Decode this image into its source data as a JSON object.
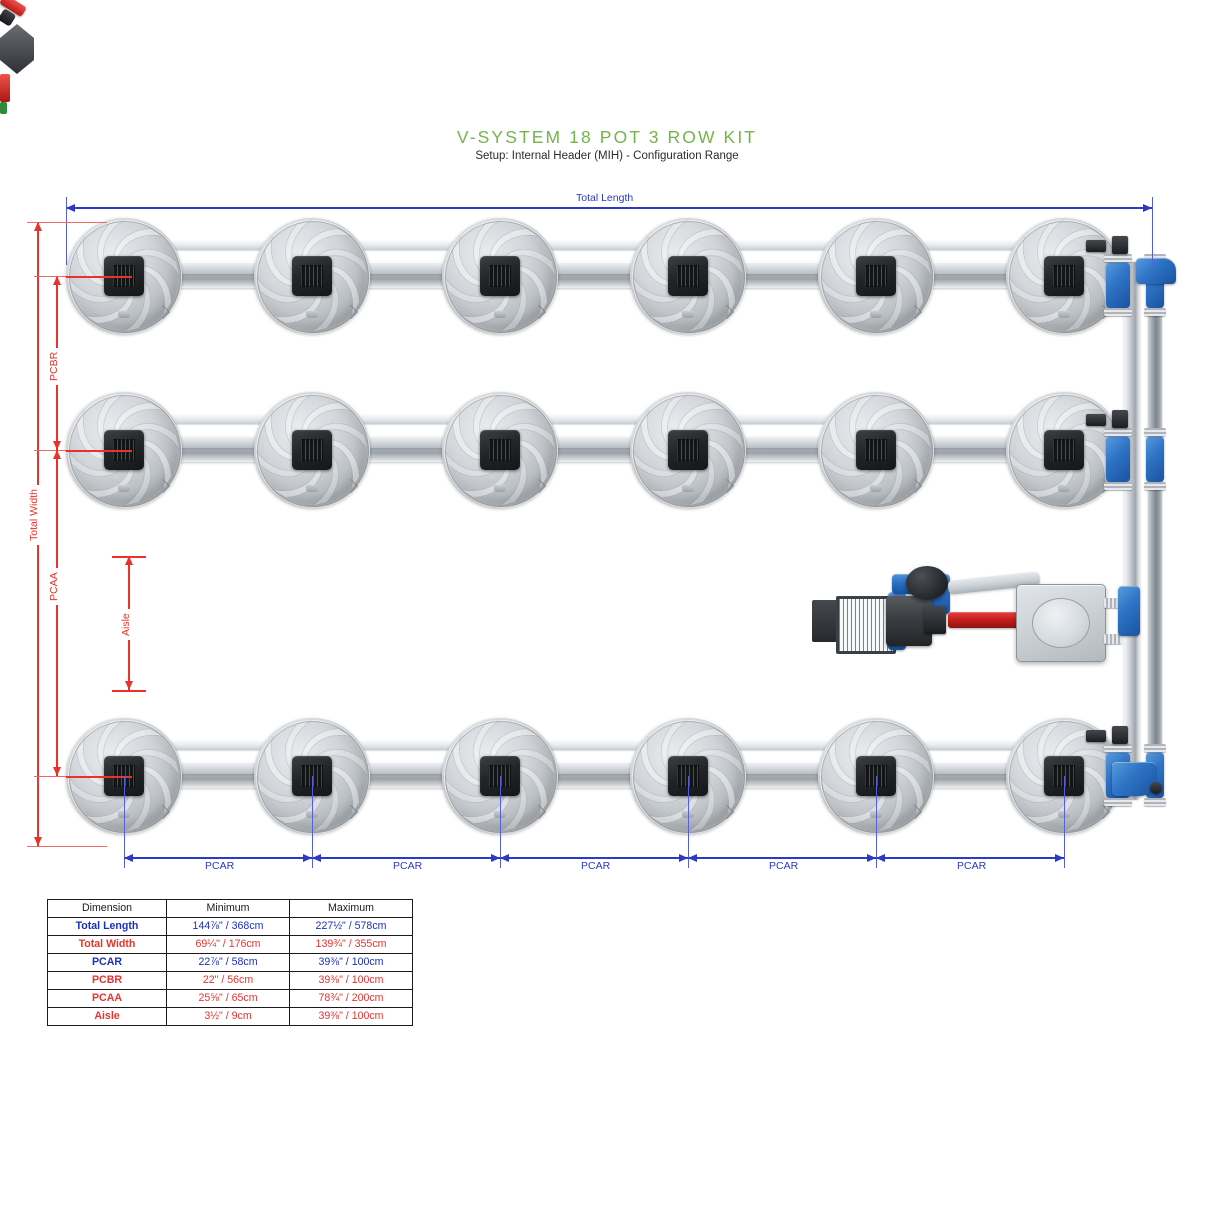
{
  "title": {
    "main": "V-SYSTEM 18 POT 3 ROW KIT",
    "sub": "Setup: Internal Header (MIH) - Configuration Range",
    "accent_color": "#73b549"
  },
  "diagram": {
    "labels": {
      "total_length": "Total Length",
      "total_width": "Total Width",
      "pcbr": "PCBR",
      "pcaa": "PCAA",
      "aisle": "Aisle",
      "pcar": "PCAR"
    },
    "pcar_labels": [
      "PCAR",
      "PCAR",
      "PCAR",
      "PCAR",
      "PCAR"
    ],
    "rows": 3,
    "pots_per_row": 6,
    "total_pots": 18,
    "colors": {
      "length_dim": "#2b39c4",
      "width_dim": "#e8322c"
    }
  },
  "table": {
    "headers": [
      "Dimension",
      "Minimum",
      "Maximum"
    ],
    "rows": [
      {
        "dimension": "Total Length",
        "minimum": "144⅞\" / 368cm",
        "maximum": "227½\" / 578cm",
        "color": "#1c2fbb"
      },
      {
        "dimension": "Total Width",
        "minimum": "69¼\" / 176cm",
        "maximum": "139¾\" / 355cm",
        "color": "#e8322c"
      },
      {
        "dimension": "PCAR",
        "minimum": "22⅞\" / 58cm",
        "maximum": "39⅜\" / 100cm",
        "color": "#1c2fbb"
      },
      {
        "dimension": "PCBR",
        "minimum": "22\" / 56cm",
        "maximum": "39⅜\" / 100cm",
        "color": "#e8322c"
      },
      {
        "dimension": "PCAA",
        "minimum": "25⅝\" / 65cm",
        "maximum": "78¾\" / 200cm",
        "color": "#e8322c"
      },
      {
        "dimension": "Aisle",
        "minimum": "3½\" / 9cm",
        "maximum": "39⅜\" / 100cm",
        "color": "#e8322c"
      }
    ]
  }
}
